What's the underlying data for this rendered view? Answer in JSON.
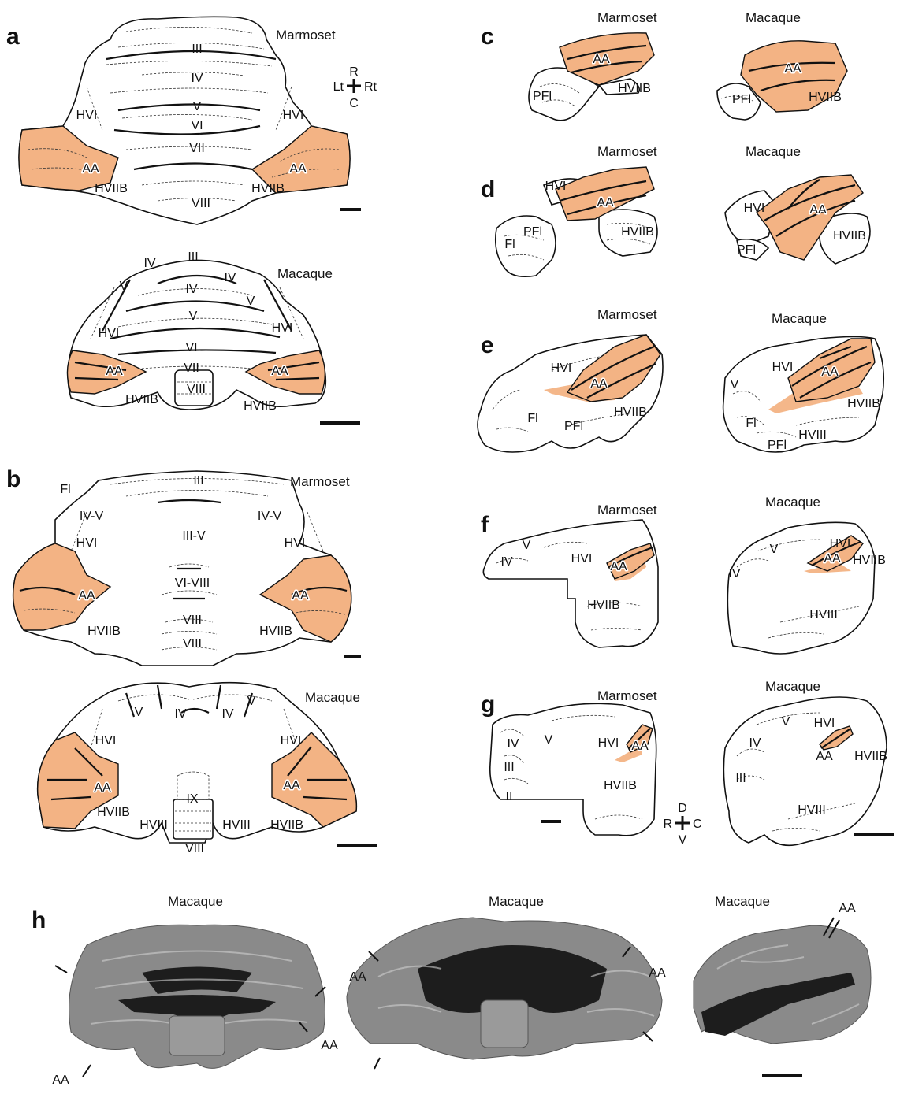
{
  "colors": {
    "aa_fill": "#f3b384",
    "outline": "#111111",
    "photo_gray": "#8a8a8a",
    "white_matter": "#1d1d1d"
  },
  "panels": {
    "a": {
      "letter": "a",
      "marmoset": {
        "species": "Marmoset",
        "lobules": [
          "III",
          "IV",
          "V",
          "VI",
          "VII",
          "VIII"
        ],
        "hvi_l": "HVI",
        "hvi_r": "HVI",
        "hviib_l": "HVIIB",
        "hviib_r": "HVIIB",
        "aa_l": "AA",
        "aa_r": "AA"
      },
      "orientation": {
        "r": "R",
        "lt": "Lt",
        "rt": "Rt",
        "c": "C"
      },
      "macaque": {
        "species": "Macaque",
        "iii": "III",
        "iv_top_l": "IV",
        "iv_top_r": "IV",
        "iv": "IV",
        "v_l": "V",
        "v_r": "V",
        "v": "V",
        "hvi_l": "HVI",
        "hvi_r": "HVI",
        "vi": "VI",
        "vii": "VII",
        "viii": "VIII",
        "aa_l": "AA",
        "aa_r": "AA",
        "hviib_l": "HVIIB",
        "hviib_r": "HVIIB"
      }
    },
    "b": {
      "letter": "b",
      "marmoset": {
        "species": "Marmoset",
        "fl": "Fl",
        "iii": "III",
        "iv_v_l": "IV-V",
        "iv_v_r": "IV-V",
        "iii_v": "III-V",
        "hvi_l": "HVI",
        "hvi_r": "HVI",
        "vi_viii": "VI-VIII",
        "aa_l": "AA",
        "aa_r": "AA",
        "viii_a": "VIII",
        "viii_b": "VIII",
        "hviib_l": "HVIIB",
        "hviib_r": "HVIIB"
      },
      "macaque": {
        "species": "Macaque",
        "v_l": "V",
        "iv_l": "IV",
        "iv_r": "IV",
        "v_r": "V",
        "hvi_l": "HVI",
        "hvi_r": "HVI",
        "aa_l": "AA",
        "aa_r": "AA",
        "ix": "IX",
        "hviib_l": "HVIIB",
        "hviib_r": "HVIIB",
        "hviii_l": "HVIII",
        "hviii_r": "HVIII",
        "viii": "VIII"
      }
    },
    "c": {
      "letter": "c",
      "marmoset": {
        "species": "Marmoset",
        "aa": "AA",
        "pfl": "PFl",
        "hviib": "HVIIB"
      },
      "macaque": {
        "species": "Macaque",
        "aa": "AA",
        "pfl": "PFl",
        "hviib": "HVIIB"
      }
    },
    "d": {
      "letter": "d",
      "marmoset": {
        "species": "Marmoset",
        "hvi": "HVI",
        "aa": "AA",
        "fl": "Fl",
        "pfl": "PFl",
        "hviib": "HVIIB"
      },
      "macaque": {
        "species": "Macaque",
        "hvi": "HVI",
        "aa": "AA",
        "pfl": "PFl",
        "hviib": "HVIIB"
      }
    },
    "e": {
      "letter": "e",
      "marmoset": {
        "species": "Marmoset",
        "hvi": "HVI",
        "aa": "AA",
        "fl": "Fl",
        "pfl": "PFl",
        "hviib": "HVIIB"
      },
      "macaque": {
        "species": "Macaque",
        "hvi": "HVI",
        "aa": "AA",
        "v": "V",
        "fl": "Fl",
        "hviib": "HVIIB",
        "hviii": "HVIII",
        "pfl": "PFl"
      }
    },
    "f": {
      "letter": "f",
      "marmoset": {
        "species": "Marmoset",
        "v": "V",
        "hvi": "HVI",
        "aa": "AA",
        "iv": "IV",
        "hviib": "HVIIB"
      },
      "macaque": {
        "species": "Macaque",
        "hvi": "HVI",
        "v": "V",
        "aa": "AA",
        "hviib": "HVIIB",
        "iv": "IV",
        "hviii": "HVIII"
      }
    },
    "g": {
      "letter": "g",
      "marmoset": {
        "species": "Marmoset",
        "iv": "IV",
        "v": "V",
        "hvi": "HVI",
        "aa": "AA",
        "iii": "III",
        "hviib": "HVIIB",
        "ii": "II"
      },
      "orientation": {
        "d": "D",
        "r": "R",
        "c": "C",
        "v": "V"
      },
      "macaque": {
        "species": "Macaque",
        "v": "V",
        "hvi": "HVI",
        "iv": "IV",
        "aa": "AA",
        "hviib": "HVIIB",
        "iii": "III",
        "hviii": "HVIII"
      }
    },
    "h": {
      "letter": "h",
      "left": {
        "species": "Macaque",
        "aa_bl": "AA",
        "aa_br": "AA"
      },
      "middle": {
        "species": "Macaque",
        "aa_l": "AA",
        "aa_r": "AA"
      },
      "right": {
        "species": "Macaque",
        "aa": "AA"
      }
    }
  }
}
